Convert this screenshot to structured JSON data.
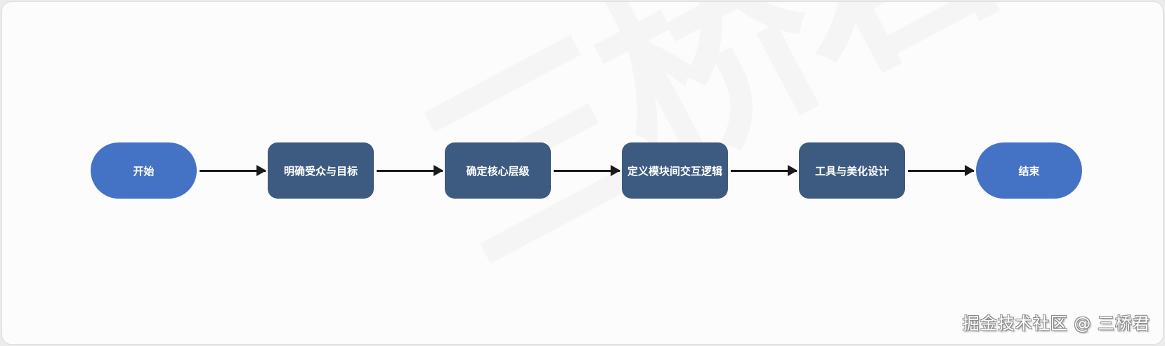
{
  "diagram": {
    "type": "flowchart",
    "direction": "left-to-right",
    "colors": {
      "terminal": "#4472c4",
      "process": "#3d5a80",
      "arrow": "#1a1a1a",
      "text": "#ffffff"
    },
    "nodes": [
      {
        "id": "start",
        "shape": "terminal",
        "label": "开始"
      },
      {
        "id": "step1",
        "shape": "process",
        "label": "明确受众与目标"
      },
      {
        "id": "step2",
        "shape": "process",
        "label": "确定核心层级"
      },
      {
        "id": "step3",
        "shape": "process",
        "label": "定义模块间交互逻辑"
      },
      {
        "id": "step4",
        "shape": "process",
        "label": "工具与美化设计"
      },
      {
        "id": "end",
        "shape": "terminal",
        "label": "结束"
      }
    ],
    "edges": [
      {
        "from": "start",
        "to": "step1"
      },
      {
        "from": "step1",
        "to": "step2"
      },
      {
        "from": "step2",
        "to": "step3"
      },
      {
        "from": "step3",
        "to": "step4"
      },
      {
        "from": "step4",
        "to": "end"
      }
    ]
  },
  "watermark": {
    "background_text": "三桥君",
    "credit": "掘金技术社区 @ 三桥君"
  }
}
